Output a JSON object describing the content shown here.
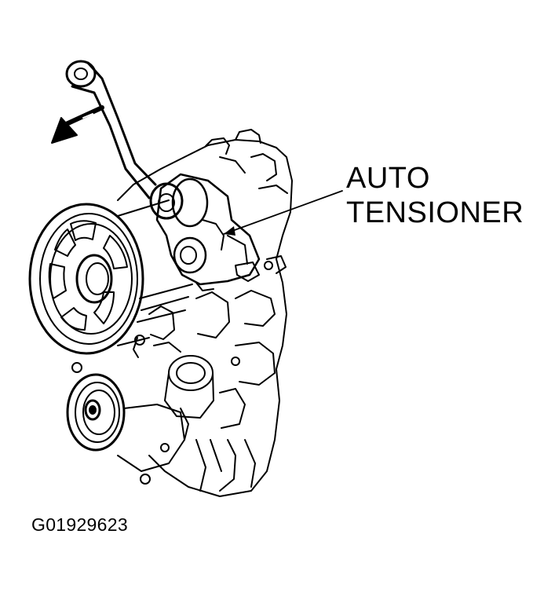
{
  "callout": {
    "line1": "AUTO",
    "line2": "TENSIONER"
  },
  "figure_id": "G01929623",
  "icons": {
    "arrow": "direction-arrow-icon",
    "wrench": "wrench-tool-icon"
  },
  "colors": {
    "ink": "#000000",
    "paper": "#ffffff"
  }
}
